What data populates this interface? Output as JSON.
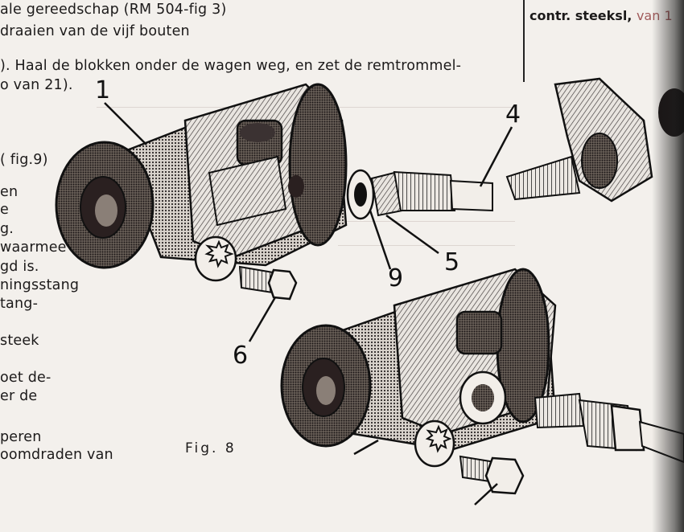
{
  "text_lines": [
    "ale gereedschap  (RM 504-fig 3)",
    "draaien  van de vijf bouten",
    "). Haal de blokken onder de wagen weg,  en zet de remtrommel-",
    "o van 21).",
    "( fig.9)",
    "en",
    "e",
    "g.",
    "waarmee",
    "gd is.",
    "ningsstang",
    "tang-",
    "steek",
    "oet de-",
    "er de",
    "peren",
    "oomdraden van"
  ],
  "right_column": {
    "main": "contr. steeksl,",
    "faded": "van 1"
  },
  "figure_caption": "Fig.  8",
  "callouts": [
    "1",
    "4",
    "9",
    "5",
    "6"
  ]
}
